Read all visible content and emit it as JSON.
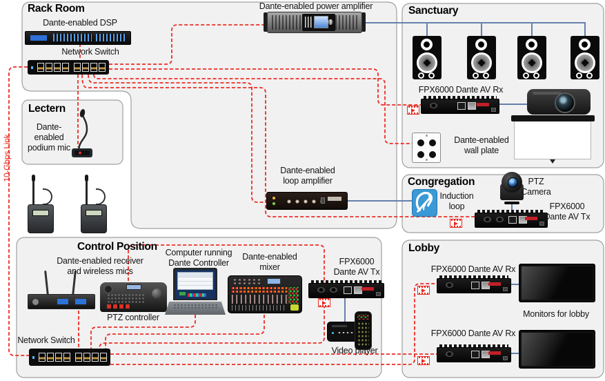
{
  "colors": {
    "dante_red": "#ee2b24",
    "av_blue": "#6580ab",
    "zone_fill": "#f1f1f1",
    "zone_border": "#a0a0a0",
    "induction_blue": "#3b99d6"
  },
  "icons": {
    "video_stream": "red dashed film-frame with play triangle",
    "induction_loop": "white ear with arrow on blue square"
  },
  "link_label": "10-Gbps Link",
  "zones": {
    "rack_room": {
      "title": "Rack Room",
      "dsp_label": "Dante-enabled DSP",
      "switch_label": "Network Switch"
    },
    "backbone": {
      "power_amp_label": "Dante-enabled power amplifier",
      "loop_amp_lines": [
        "Dante-enabled",
        "loop amplifier"
      ]
    },
    "lectern": {
      "title": "Lectern",
      "mic_lines": [
        "Dante-",
        "enabled",
        "podium mic"
      ]
    },
    "sanctuary": {
      "title": "Sanctuary",
      "rx_label": "FPX6000 Dante AV Rx",
      "wall_plate_lines": [
        "Dante-enabled",
        "wall plate"
      ]
    },
    "congregation": {
      "title": "Congregation",
      "induction_lines": [
        "Induction",
        "loop"
      ],
      "camera_lines": [
        "PTZ",
        "Camera"
      ],
      "tx_lines": [
        "FPX6000",
        "Dante AV Tx"
      ]
    },
    "control_position": {
      "title": "Control Position",
      "receiver_lines": [
        "Dante-enabled receiver",
        "and wireless mics"
      ],
      "computer_lines": [
        "Computer running",
        "Dante Controller"
      ],
      "mixer_lines": [
        "Dante-enabled",
        "mixer"
      ],
      "tx_lines": [
        "FPX6000",
        "Dante AV Tx"
      ],
      "ptz_label": "PTZ controller",
      "video_label": "Video player",
      "switch_label": "Network Switch"
    },
    "lobby": {
      "title": "Lobby",
      "rx1_label": "FPX6000 Dante AV Rx",
      "rx2_label": "FPX6000 Dante AV Rx",
      "monitors_label": "Monitors for lobby"
    }
  }
}
